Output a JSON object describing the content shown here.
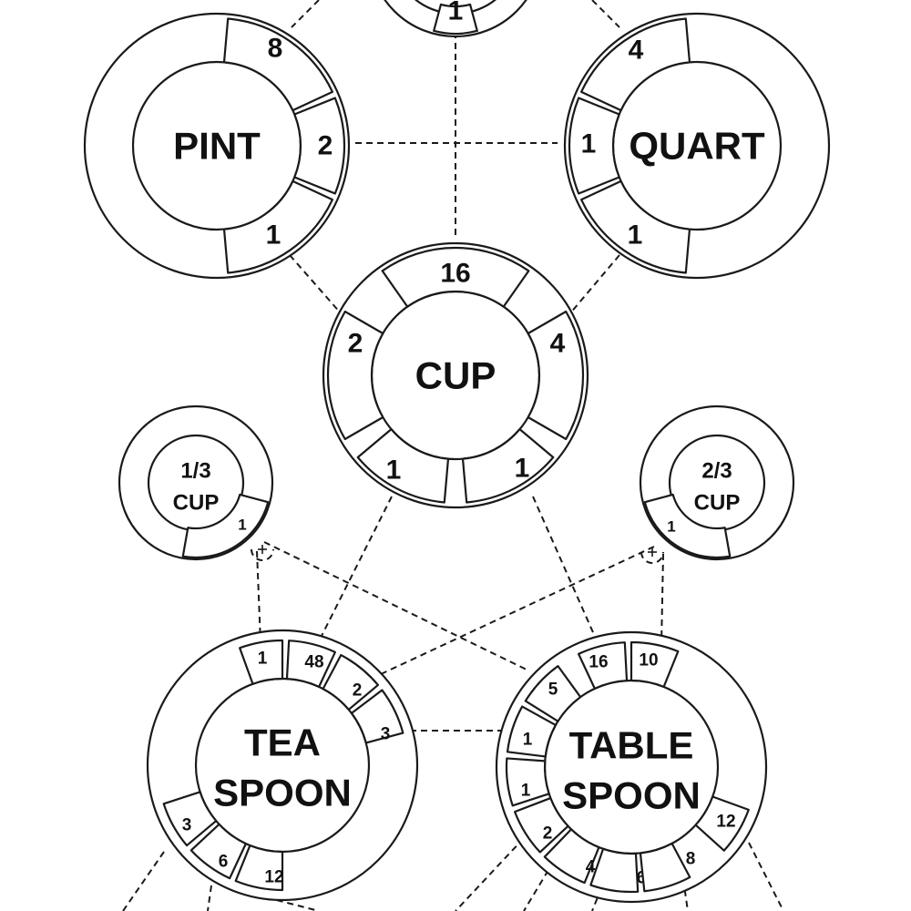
{
  "units": {
    "top": {
      "values": [
        "1"
      ]
    },
    "pint": {
      "title": [
        "PINT"
      ],
      "values": [
        "8",
        "2",
        "1"
      ]
    },
    "quart": {
      "title": [
        "QUART"
      ],
      "values": [
        "4",
        "1",
        "1"
      ]
    },
    "cup": {
      "title": [
        "CUP"
      ],
      "values": [
        "16",
        "2",
        "4",
        "1",
        "1"
      ]
    },
    "third_cup": {
      "title": [
        "1/3",
        "CUP"
      ],
      "values": [
        "1"
      ]
    },
    "two_thirds_cup": {
      "title": [
        "2/3",
        "CUP"
      ],
      "values": [
        "1"
      ]
    },
    "teaspoon": {
      "title": [
        "TEA",
        "SPOON"
      ],
      "values": [
        "1",
        "48",
        "2",
        "3",
        "3",
        "6",
        "12"
      ]
    },
    "tablespoon": {
      "title": [
        "TABLE",
        "SPOON"
      ],
      "values": [
        "16",
        "10",
        "5",
        "1",
        "1",
        "2",
        "4",
        "6",
        "8",
        "12"
      ]
    }
  }
}
